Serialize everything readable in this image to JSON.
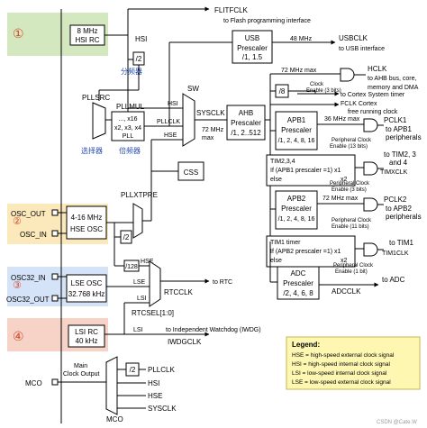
{
  "markers": {
    "m1": "①",
    "m2": "②",
    "m3": "③",
    "m4": "④"
  },
  "hsi_rc": {
    "line1": "8 MHz",
    "line2": "HSI RC"
  },
  "hse_osc": {
    "line1": "4-16 MHz",
    "line2": "HSE OSC"
  },
  "lse_osc": {
    "line1": "LSE OSC",
    "line2": "32.768 kHz"
  },
  "lsi_rc": {
    "line1": "LSI RC",
    "line2": "40 kHz"
  },
  "pins": {
    "osc_out": "OSC_OUT",
    "osc_in": "OSC_IN",
    "osc32_in": "OSC32_IN",
    "osc32_out": "OSC32_OUT",
    "mco": "MCO"
  },
  "labels": {
    "hsi_top": "HSI",
    "div2_top": "/2",
    "fenpinqi": "分频器",
    "pllsrc": "PLLSRC",
    "xuanzeqi": "选择器",
    "pllmul": "PLLMUL",
    "pll_mult_1": "..., x16",
    "pll_mult_2": "x2, x3, x4",
    "pll": "PLL",
    "beipinqi": "倍频器",
    "sw": "SW",
    "hsi_sw": "HSI",
    "pllclk_sw": "PLLCLK",
    "hse_sw": "HSE",
    "sysclk": "SYSCLK",
    "sysclk_max_1": "72 MHz",
    "sysclk_max_2": "max",
    "css": "CSS",
    "pllxtpre": "PLLXTPRE",
    "div2_hse": "/2",
    "div128": "/128",
    "hse_rtc": "HSE",
    "lse_rtc": "LSE",
    "lsi_rtc": "LSI",
    "rtcclk": "RTCCLK",
    "rtcsel": "RTCSEL[1:0]",
    "to_rtc": "to RTC",
    "to_iwdg": "to Independent Watchdog (IWDG)",
    "iwdgclk": "IWDGCLK",
    "lsi_iwdg": "LSI",
    "main_clock_output_1": "Main",
    "main_clock_output_2": "Clock Output",
    "mco_pllclk": "PLLCLK",
    "mco_div2": "/2",
    "mco_hsi": "HSI",
    "mco_hse": "HSE",
    "mco_sysclk": "SYSCLK",
    "mco_label": "MCO"
  },
  "flitf": {
    "clk": "FLITFCLK",
    "desc": "to Flash programming interface"
  },
  "usb": {
    "title": "USB",
    "sub1": "Prescaler",
    "sub2": "/1, 1.5",
    "freq": "48 MHz",
    "clk": "USBCLK",
    "desc": "to USB interface"
  },
  "ahb": {
    "title": "AHB",
    "sub1": "Prescaler",
    "sub2": "/1, 2..512",
    "max_1": "72 MHz max"
  },
  "hclk": {
    "name": "HCLK",
    "desc1": "to AHB bus, core,",
    "desc2": "memory and DMA",
    "clock_enable": "Clock",
    "clock_enable_2": "Enable (3 bits)",
    "div8": "/8",
    "systimer": "to Cortex System timer",
    "fclk_1": "FCLK Cortex",
    "fclk_2": "free running clock"
  },
  "apb1": {
    "title": "APB1",
    "sub1": "Prescaler",
    "sub2": "/1, 2, 4, 8, 16",
    "max": "36 MHz max",
    "pclk": "PCLK1",
    "desc": "to APB1",
    "desc2": "peripherals",
    "pce_1": "Peripheral Clock",
    "pce_2": "Enable (13 bits)"
  },
  "tim234": {
    "title": "TIM2,3,4",
    "rule": "If (APB1 prescaler =1) x1",
    "else": "else",
    "x2": "x2",
    "clk": "TIMXCLK",
    "desc_1": "to TIM2, 3",
    "desc_2": "and 4",
    "pce_1": "Peripheral Clock",
    "pce_2": "Enable (3 bits)"
  },
  "apb2": {
    "title": "APB2",
    "sub1": "Prescaler",
    "sub2": "/1, 2, 4, 8, 16",
    "max": "72 MHz max",
    "pclk": "PCLK2",
    "desc": "to APB2",
    "desc2": "peripherals",
    "pce_1": "Peripheral Clock",
    "pce_2": "Enable (11 bits)"
  },
  "tim1": {
    "title": "TIM1 timer",
    "rule": "If (APB2 prescaler =1) x1",
    "else": "else",
    "x2": "x2",
    "clk": "TIM1CLK",
    "desc": "to TIM1",
    "pce_1": "Peripheral Clock",
    "pce_2": "Enable (1 bit)"
  },
  "adc": {
    "title": "ADC",
    "sub1": "Prescaler",
    "sub2": "/2, 4, 6, 8",
    "clk": "ADCCLK",
    "desc": "to ADC"
  },
  "legend": {
    "title": "Legend:",
    "items": [
      "HSE = high-speed external clock signal",
      "HSI = high-speed internal clock signal",
      "LSI = low-speed internal clock signal",
      "LSE = low-speed external clock signal"
    ]
  },
  "watermark": "CSDN @Cate.W",
  "colors": {
    "green_fill": "#d4e8bf",
    "yellow_fill": "#fbe8bb",
    "blue_fill": "#d4e3f7",
    "red_fill": "#f6d3c6",
    "legend_fill": "#fdf7b2",
    "accent_red": "#d34a2c",
    "accent_blue": "#3a6cc4",
    "label_blue": "#2a4fb5"
  }
}
